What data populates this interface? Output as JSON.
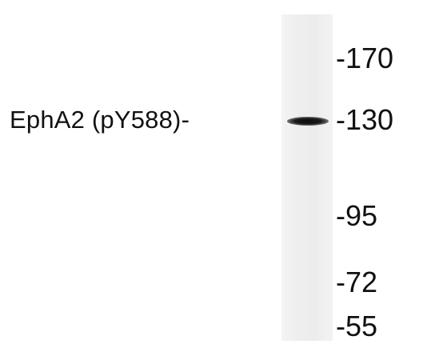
{
  "blot": {
    "band_label": "EphA2 (pY588)-",
    "markers": {
      "m170": "-170",
      "m130": "-130",
      "m95": "-95",
      "m72": "-72",
      "m55": "-55"
    }
  }
}
